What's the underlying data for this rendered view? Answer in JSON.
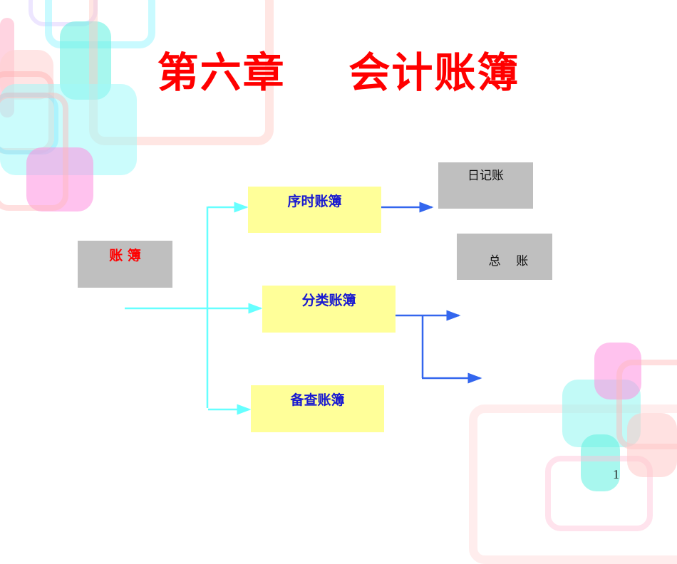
{
  "slide": {
    "title": "第六章    会计账簿",
    "page_number": "1"
  },
  "diagram": {
    "root": "账  簿",
    "branches": [
      "序时账簿",
      "分类账簿",
      "备查账簿"
    ],
    "leaves": [
      "日记账",
      "总    账"
    ]
  },
  "colors": {
    "title": "#ff0000",
    "branch_box": "#ffff99",
    "leaf_box": "#bfbfbf",
    "cyan_connector": "#66ffff",
    "blue_connector": "#3366ee"
  }
}
